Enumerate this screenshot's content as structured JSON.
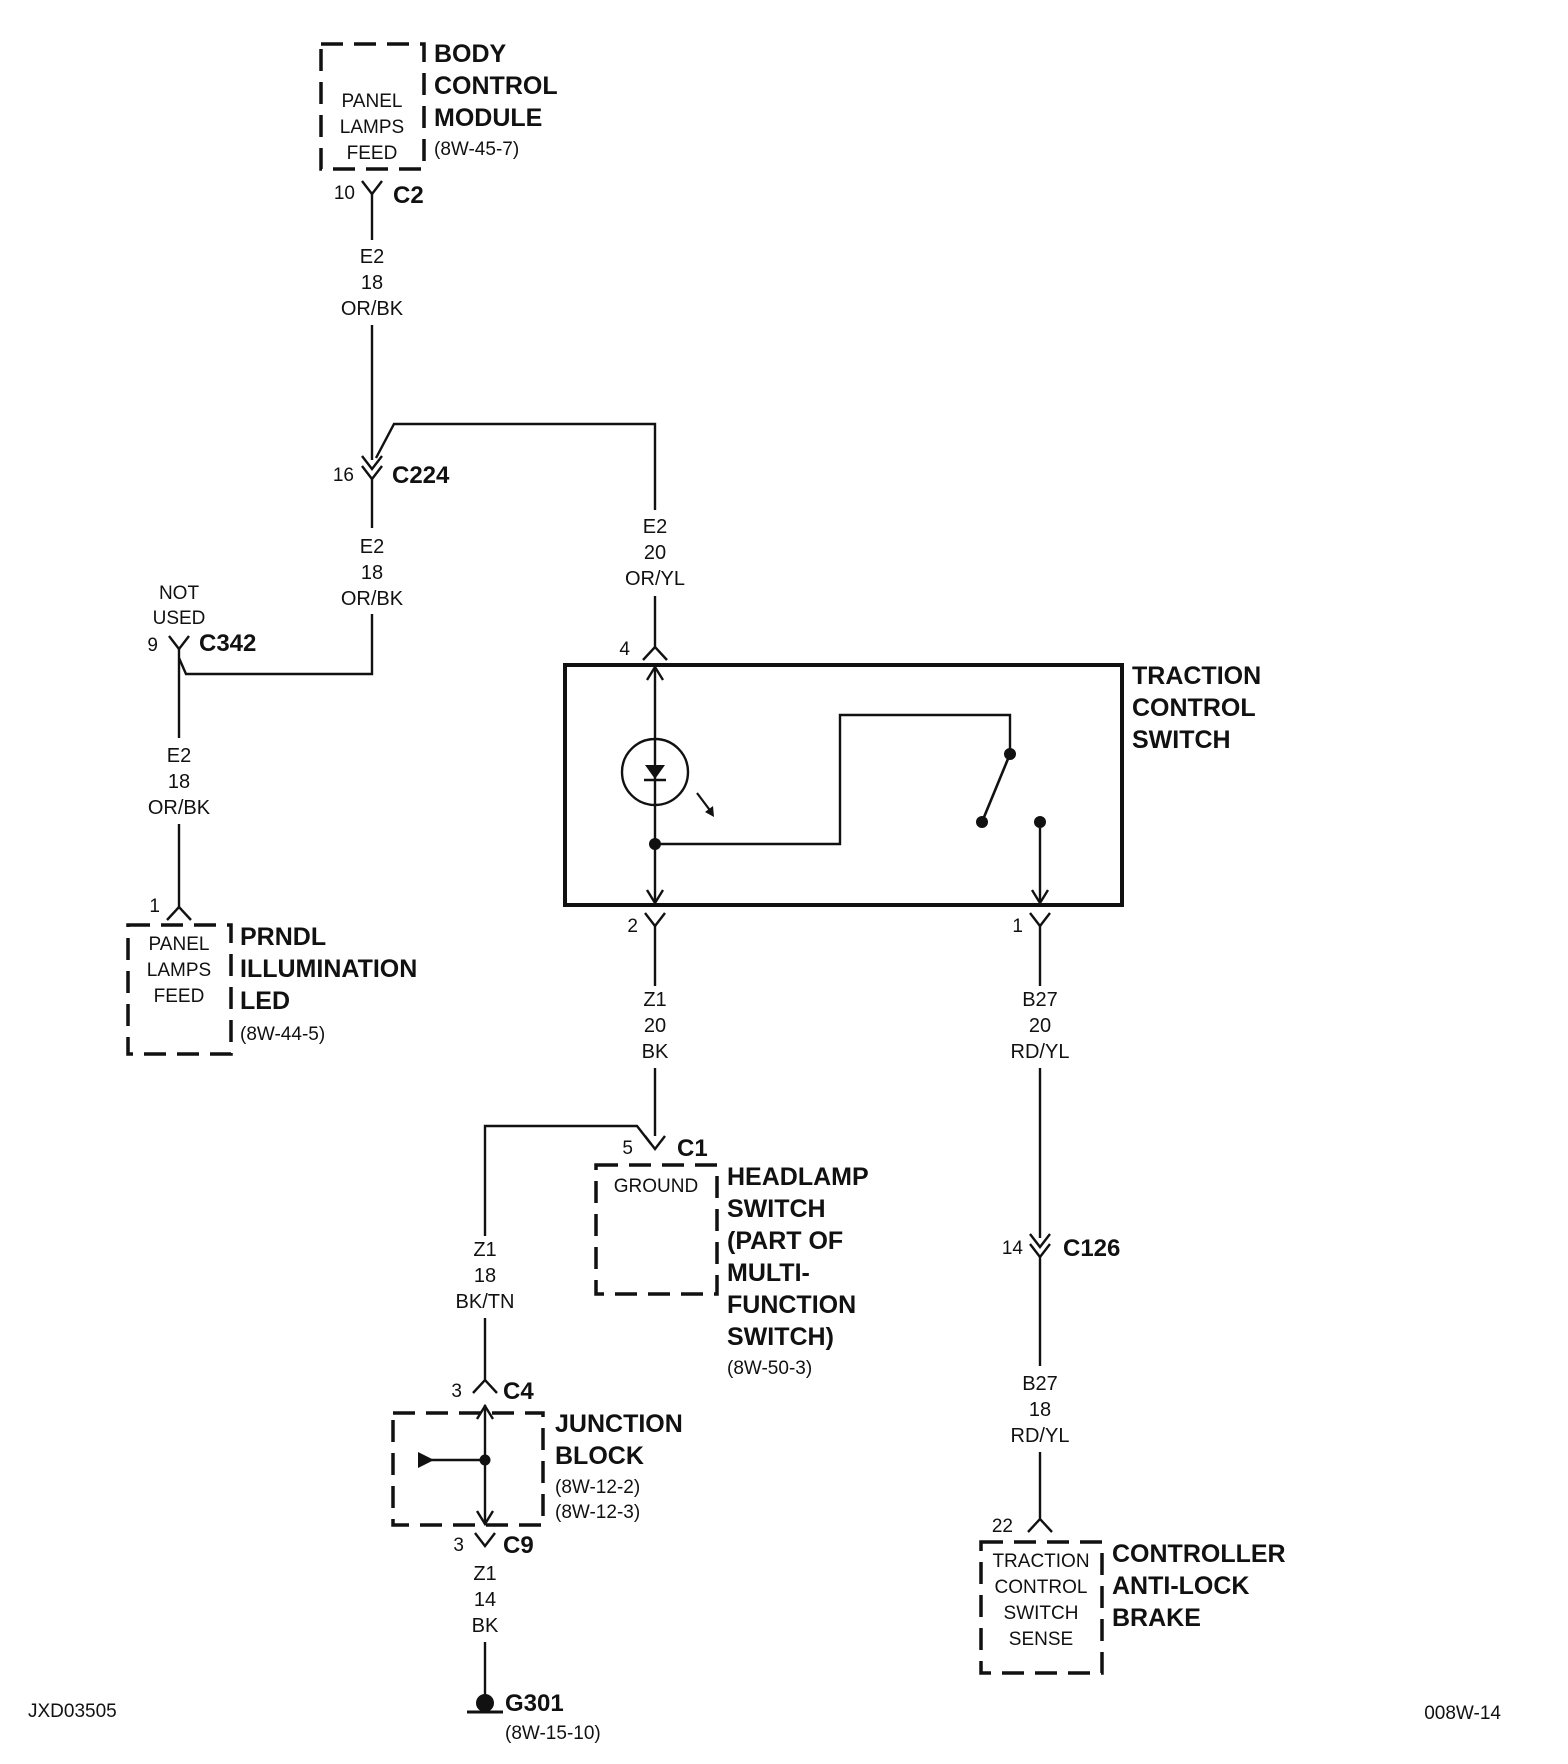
{
  "components": {
    "bcm": {
      "title_lines": [
        "BODY",
        "CONTROL",
        "MODULE"
      ],
      "ref": "(8W-45-7)",
      "circuit_lines": [
        "PANEL",
        "LAMPS",
        "FEED"
      ]
    },
    "prndl": {
      "title_lines": [
        "PRNDL",
        "ILLUMINATION",
        "LED"
      ],
      "ref": "(8W-44-5)",
      "circuit_lines": [
        "PANEL",
        "LAMPS",
        "FEED"
      ]
    },
    "traction_switch": {
      "title_lines": [
        "TRACTION",
        "CONTROL",
        "SWITCH"
      ]
    },
    "headlamp_switch": {
      "title_lines": [
        "HEADLAMP",
        "SWITCH",
        "(PART OF",
        "MULTI-",
        "FUNCTION",
        "SWITCH)"
      ],
      "ref": "(8W-50-3)",
      "circuit_lines": [
        "GROUND"
      ]
    },
    "junction_block": {
      "title_lines": [
        "JUNCTION",
        "BLOCK"
      ],
      "ref_lines": [
        "(8W-12-2)",
        "(8W-12-3)"
      ]
    },
    "abs_controller": {
      "title_lines": [
        "CONTROLLER",
        "ANTI-LOCK",
        "BRAKE"
      ],
      "circuit_lines": [
        "TRACTION",
        "CONTROL",
        "SWITCH",
        "SENSE"
      ]
    },
    "ground_g301": {
      "name": "G301",
      "ref": "(8W-15-10)"
    }
  },
  "connectors": {
    "c2": {
      "name": "C2",
      "pin": "10"
    },
    "c224": {
      "name": "C224",
      "pin": "16"
    },
    "c342": {
      "name": "C342",
      "pin": "9",
      "note_lines": [
        "NOT",
        "USED"
      ]
    },
    "prndl_pin": {
      "pin": "1"
    },
    "ts_pin4": {
      "pin": "4"
    },
    "ts_pin2": {
      "pin": "2"
    },
    "ts_pin1": {
      "pin": "1"
    },
    "c1": {
      "name": "C1",
      "pin": "5"
    },
    "c126": {
      "name": "C126",
      "pin": "14"
    },
    "c4": {
      "name": "C4",
      "pin": "3"
    },
    "c9": {
      "name": "C9",
      "pin": "3"
    },
    "abs_pin": {
      "pin": "22"
    }
  },
  "wires": {
    "w_bcm": [
      "E2",
      "18",
      "OR/BK"
    ],
    "w_c224": [
      "E2",
      "18",
      "OR/BK"
    ],
    "w_ts": [
      "E2",
      "20",
      "OR/YL"
    ],
    "w_prndl": [
      "E2",
      "18",
      "OR/BK"
    ],
    "w_z1_20": [
      "Z1",
      "20",
      "BK"
    ],
    "w_b27_20": [
      "B27",
      "20",
      "RD/YL"
    ],
    "w_z1_18": [
      "Z1",
      "18",
      "BK/TN"
    ],
    "w_b27_18": [
      "B27",
      "18",
      "RD/YL"
    ],
    "w_z1_14": [
      "Z1",
      "14",
      "BK"
    ]
  },
  "footer": {
    "left_code": "JXD03505",
    "right_code": "008W-14"
  }
}
